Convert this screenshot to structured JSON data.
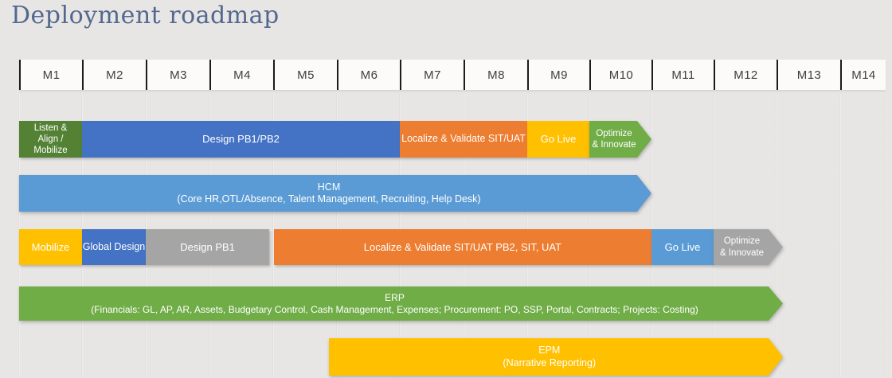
{
  "page": {
    "title": "Deployment roadmap"
  },
  "palette": {
    "dark_green": "#548235",
    "green": "#70AD47",
    "blue": "#4472C4",
    "light_blue": "#5B9BD5",
    "orange": "#ED7D31",
    "yellow": "#FFC000",
    "gray": "#A5A5A5"
  },
  "timeline": {
    "months": [
      "M1",
      "M2",
      "M3",
      "M4",
      "M5",
      "M6",
      "M7",
      "M8",
      "M9",
      "M10",
      "M11",
      "M12",
      "M13",
      "M14"
    ],
    "rows": [
      {
        "name": "hcm-phase-track",
        "segments": [
          {
            "label_lines": [
              "Listen &",
              "Align /",
              "Mobilize"
            ],
            "color": "dark_green",
            "from": 0,
            "to": 1,
            "shape": "rect",
            "font": 11.5
          },
          {
            "label_lines": [
              "Design PB1/PB2"
            ],
            "color": "blue",
            "from": 1,
            "to": 6,
            "shape": "rect",
            "font": 13
          },
          {
            "label_lines": [
              "Localize & Validate SIT/UAT"
            ],
            "color": "orange",
            "from": 6,
            "to": 8,
            "shape": "rect",
            "font": 12.5
          },
          {
            "label_lines": [
              "Go Live"
            ],
            "color": "yellow",
            "from": 8,
            "to": 9,
            "shape": "rect",
            "font": 13
          },
          {
            "label_lines": [
              "Optimize",
              "& Innovate"
            ],
            "color": "green",
            "from": 9,
            "to": 10,
            "shape": "arrow",
            "font": 11.5
          }
        ]
      },
      {
        "name": "hcm-scope-track",
        "segments": [
          {
            "label_lines": [
              "HCM",
              "(Core HR,OTL/Absence, Talent Management, Recruiting, Help Desk)"
            ],
            "color": "light_blue",
            "from": 0,
            "to": 10,
            "shape": "arrow",
            "font": 12.5
          }
        ]
      },
      {
        "name": "erp-phase-track",
        "segments": [
          {
            "label_lines": [
              "Mobilize"
            ],
            "color": "yellow",
            "from": 0,
            "to": 1,
            "shape": "rect",
            "font": 13
          },
          {
            "label_lines": [
              "Global Design"
            ],
            "color": "blue",
            "from": 1,
            "to": 2,
            "shape": "rect",
            "font": 12.5
          },
          {
            "label_lines": [
              "Design PB1"
            ],
            "color": "gray",
            "from": 2,
            "to": 3.94,
            "shape": "rect",
            "font": 13
          },
          {
            "label_lines": [
              "Localize & Validate SIT/UAT PB2, SIT, UAT"
            ],
            "color": "orange",
            "from": 4.01,
            "to": 10,
            "shape": "rect",
            "font": 13
          },
          {
            "label_lines": [
              "Go Live"
            ],
            "color": "light_blue",
            "from": 10,
            "to": 11,
            "shape": "rect",
            "font": 13
          },
          {
            "label_lines": [
              "Optimize",
              "& Innovate"
            ],
            "color": "gray",
            "from": 11,
            "to": 12,
            "shape": "arrow",
            "font": 11.5,
            "tip_past": true
          }
        ]
      },
      {
        "name": "erp-scope-track",
        "segments": [
          {
            "label_lines": [
              "ERP",
              "(Financials: GL, AP, AR, Assets, Budgetary Control, Cash Management, Expenses;  Procurement: PO, SSP, Portal, Contracts; Projects: Costing)"
            ],
            "color": "green",
            "from": 0,
            "to": 12,
            "shape": "arrow",
            "font": 12,
            "tip_past": true
          }
        ]
      },
      {
        "name": "epm-scope-track",
        "segments": [
          {
            "label_lines": [
              "EPM",
              "(Narrative Reporting)"
            ],
            "color": "yellow",
            "from": 4.87,
            "to": 12,
            "shape": "arrow",
            "font": 12.5,
            "tip_past": true
          }
        ]
      }
    ]
  }
}
